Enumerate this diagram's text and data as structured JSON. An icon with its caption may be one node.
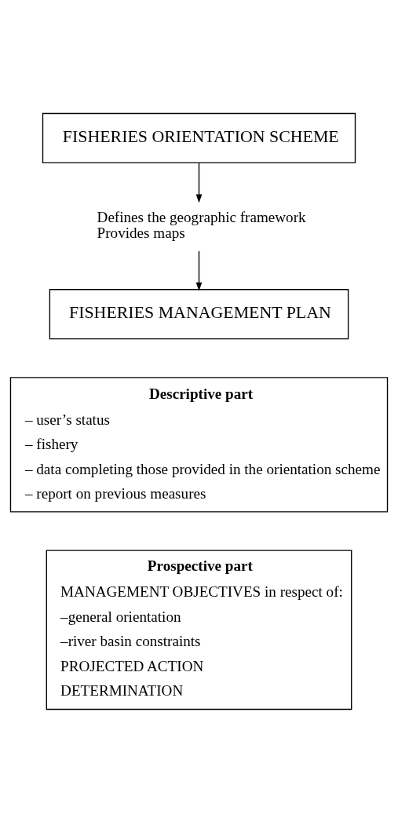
{
  "diagram": {
    "nodes": [
      {
        "text": [
          "FISHERIES ORIENTATION SCHEME"
        ]
      },
      {
        "text": [
          "Defines the geographic framework",
          "Provides maps"
        ]
      },
      {
        "text": [
          "FISHERIES MANAGEMENT PLAN"
        ]
      },
      {
        "text": [
          "Descriptive part",
          "– user’s status",
          "– fishery",
          "– data completing those provided in the orientation scheme",
          "– report on previous measures"
        ]
      },
      {
        "text": [
          "Prospective part",
          "MANAGEMENT OBJECTIVES in respect of:",
          "–general orientation",
          "–river basin constraints",
          "PROJECTED ACTION",
          "DETERMINATION"
        ]
      }
    ],
    "edges": [
      {
        "from": 0,
        "to": 1,
        "arrow": "to"
      },
      {
        "from": 1,
        "to": 2,
        "arrow": "to"
      }
    ]
  }
}
